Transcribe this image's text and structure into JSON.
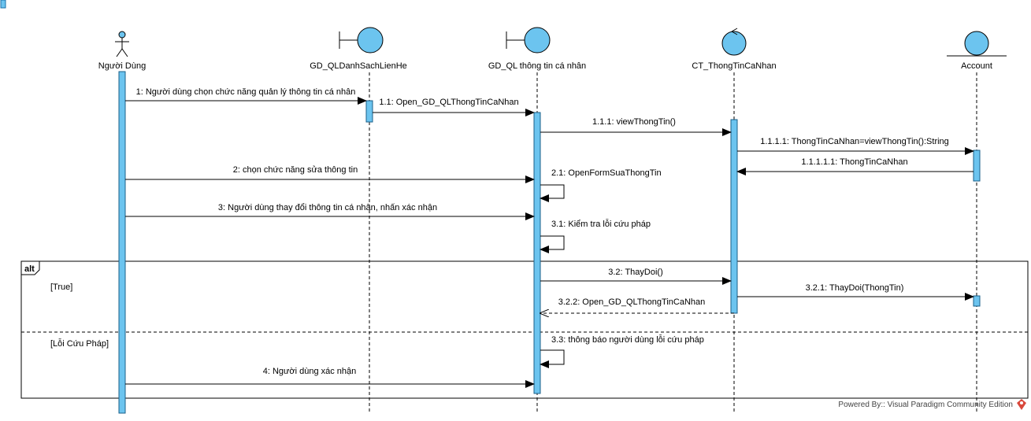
{
  "diagram": {
    "lifelines": [
      {
        "id": "user",
        "kind": "actor",
        "name": "Người Dùng"
      },
      {
        "id": "gd_ds",
        "kind": "boundary",
        "name": "GD_QLDanhSachLienHe"
      },
      {
        "id": "gd_tt",
        "kind": "boundary",
        "name": "GD_QL thông tin cá nhân"
      },
      {
        "id": "ct",
        "kind": "control",
        "name": "CT_ThongTinCaNhan"
      },
      {
        "id": "acc",
        "kind": "entity",
        "name": "Account"
      }
    ],
    "messages": [
      {
        "label": "1: Người dùng chọn chức năng quản lý thông tin cá nhân",
        "from": "user",
        "to": "gd_ds",
        "type": "sync"
      },
      {
        "label": "1.1: Open_GD_QLThongTinCaNhan",
        "from": "gd_ds",
        "to": "gd_tt",
        "type": "sync"
      },
      {
        "label": "1.1.1: viewThongTin()",
        "from": "gd_tt",
        "to": "ct",
        "type": "sync"
      },
      {
        "label": "1.1.1.1: ThongTinCaNhan=viewThongTin():String",
        "from": "ct",
        "to": "acc",
        "type": "sync"
      },
      {
        "label": "1.1.1.1.1: ThongTinCaNhan",
        "from": "acc",
        "to": "ct",
        "type": "sync"
      },
      {
        "label": "2: chọn chức năng sửa thông tin",
        "from": "user",
        "to": "gd_tt",
        "type": "sync"
      },
      {
        "label": "2.1: OpenFormSuaThongTin",
        "from": "gd_tt",
        "to": "gd_tt",
        "type": "self"
      },
      {
        "label": "3: Người dùng thay đổi thông tin cá nhân, nhấn xác nhận",
        "from": "user",
        "to": "gd_tt",
        "type": "sync"
      },
      {
        "label": "3.1: Kiểm tra lỗi cứu pháp",
        "from": "gd_tt",
        "to": "gd_tt",
        "type": "self"
      },
      {
        "label": "3.2: ThayDoi()",
        "from": "gd_tt",
        "to": "ct",
        "type": "sync"
      },
      {
        "label": "3.2.1: ThayDoi(ThongTin)",
        "from": "ct",
        "to": "acc",
        "type": "sync"
      },
      {
        "label": "3.2.2: Open_GD_QLThongTinCaNhan",
        "from": "ct",
        "to": "gd_tt",
        "type": "return"
      },
      {
        "label": "3.3: thông báo người dùng lỗi cứu pháp",
        "from": "gd_tt",
        "to": "gd_tt",
        "type": "self"
      },
      {
        "label": "4: Người dùng xác nhận",
        "from": "user",
        "to": "gd_tt",
        "type": "sync"
      }
    ],
    "fragment": {
      "operator": "alt",
      "guards": [
        "[True]",
        "[Lỗi Cứu Pháp]"
      ]
    },
    "footer": "Powered By:: Visual Paradigm Community Edition",
    "colors": {
      "element_fill": "#6cc4ef",
      "stroke": "#000000"
    }
  }
}
